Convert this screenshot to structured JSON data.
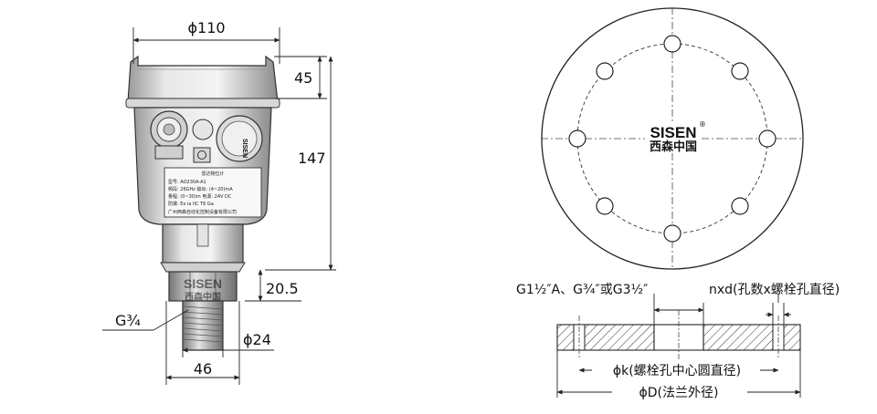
{
  "sensor_view": {
    "dim_width_top": "ϕ110",
    "dim_head_height": "45",
    "dim_total_height": "147",
    "dim_neck": "20.5",
    "thread_label": "G¾",
    "dim_thread_diameter": "ϕ24",
    "dim_hex": "46",
    "nameplate_title": "雷达物位计",
    "nameplate_lines": [
      "型号: AO230A-A1",
      "频段: 26GHz   输出: (4~20)mA",
      "量程: (0~30)m   电源: 24V DC",
      "防爆: Ex ia IIC T6 Ga",
      "广州西森自动化控制设备有限公司"
    ]
  },
  "flange_view": {
    "brand_logo": "SISEN",
    "brand_registered": "®",
    "brand_cn": "西森中国",
    "thread_options": "G1½″A、G¾″或G3½″",
    "holes_label": "nxd(孔数x螺栓孔直径)",
    "bolt_circle_label": "ϕk(螺栓孔中心圆直径)",
    "outer_diameter_label": "ϕD(法兰外径)"
  }
}
